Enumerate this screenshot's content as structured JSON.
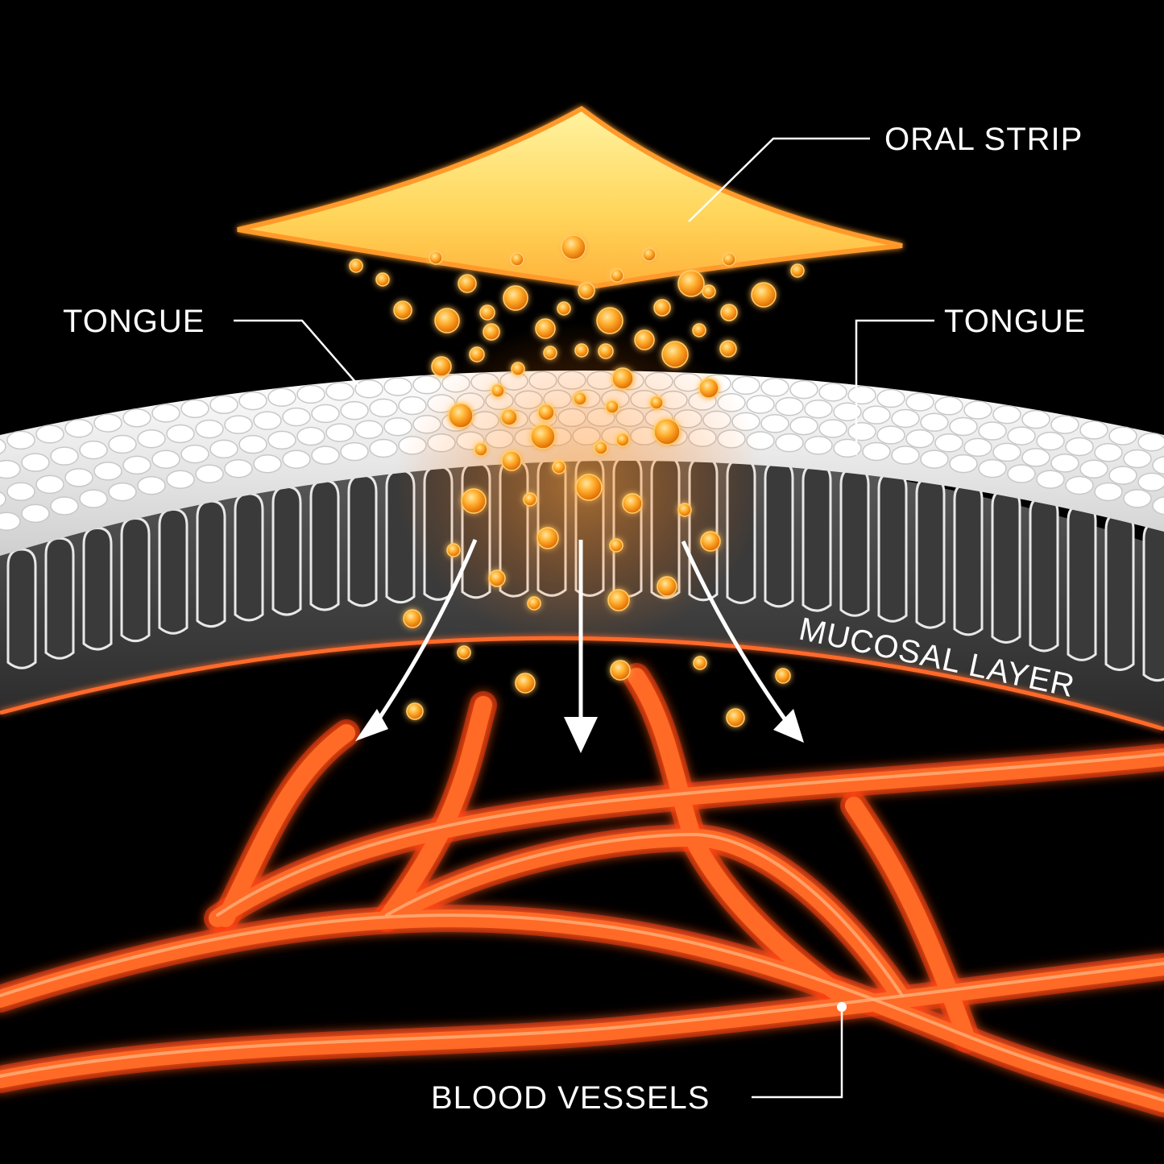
{
  "labels": {
    "oral_strip": "ORAL STRIP",
    "tongue_left": "TONGUE",
    "tongue_right": "TONGUE",
    "mucosal_layer": "MUCOSAL LAYER",
    "blood_vessels": "BLOOD VESSELS"
  },
  "colors": {
    "background": "#000000",
    "strip_fill": "#ffd55a",
    "strip_edge": "#ff9a2a",
    "particle": "#ffa020",
    "tissue_surface": "#f2f2f2",
    "tissue_cells": "#3a3a3a",
    "mucosal_band": "#4a4a4a",
    "boundary_line": "#ff6a2a",
    "vessel": "#ff5a1a",
    "vessel_glow": "#ff3a0a"
  },
  "icons": {
    "arrows": "down-arrow-icon"
  }
}
